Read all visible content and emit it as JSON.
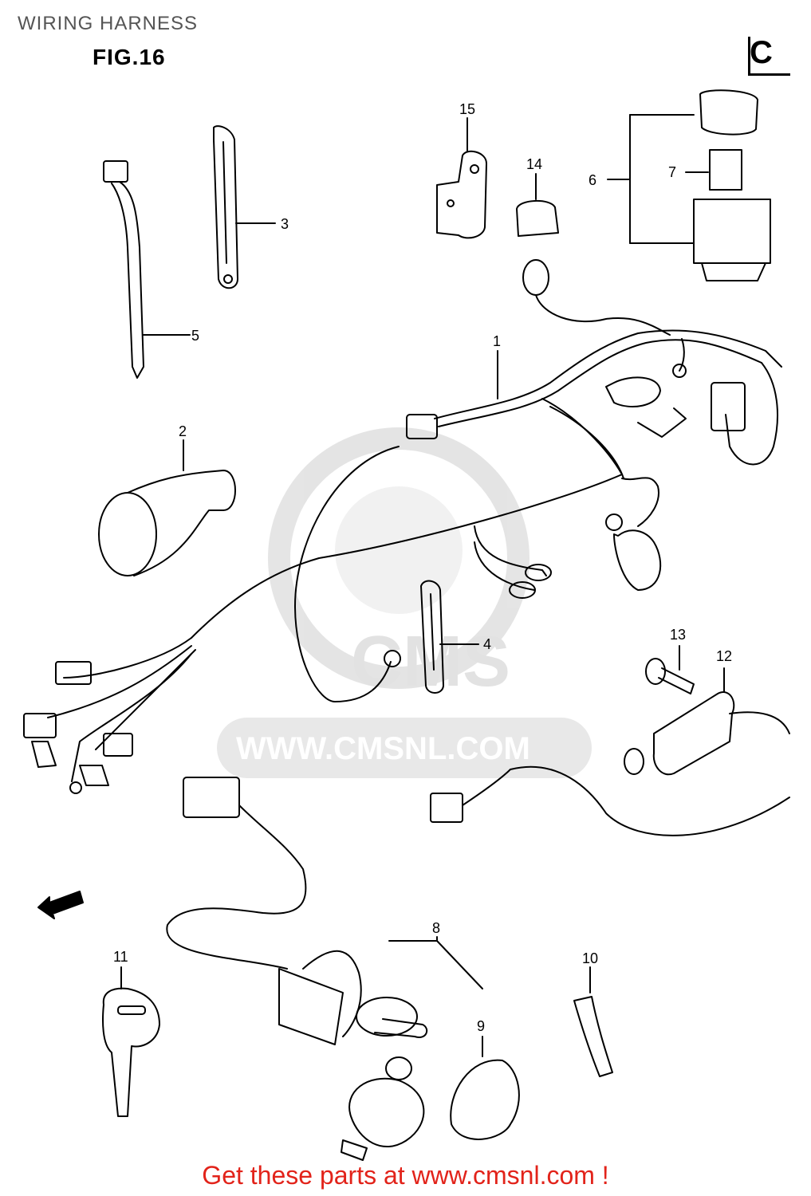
{
  "header": {
    "title": "WIRING HARNESS",
    "figure": "FIG.16",
    "corner_mark": "C"
  },
  "watermark": {
    "logo_text": "CMS",
    "url": "WWW.CMSNL.COM"
  },
  "callouts": [
    "1",
    "2",
    "3",
    "4",
    "5",
    "6",
    "7",
    "8",
    "9",
    "10",
    "11",
    "12",
    "13",
    "14",
    "15"
  ],
  "footer": {
    "text": "Get these parts at www.cmsnl.com !"
  },
  "colors": {
    "line": "#000000",
    "watermark": "#cfcfcf",
    "footer": "#e2231a"
  }
}
